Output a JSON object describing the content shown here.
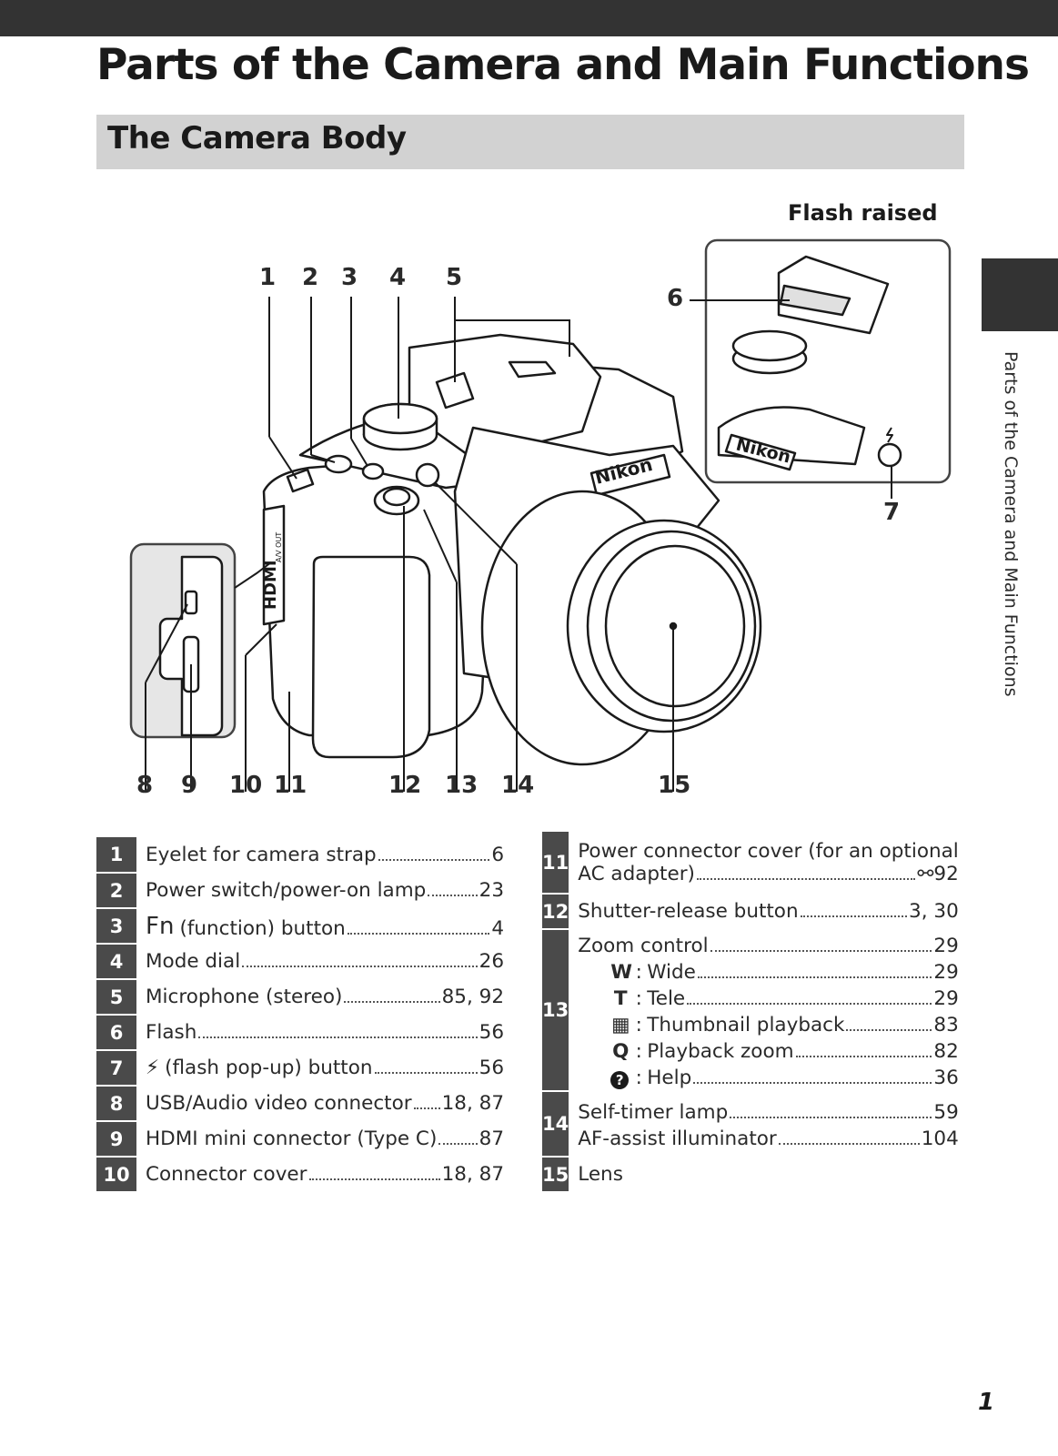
{
  "page": {
    "title": "Parts of the Camera and Main Functions",
    "section": "The Camera Body",
    "side_label": "Parts of the Camera and Main Functions",
    "flash_label": "Flash raised",
    "page_number": "1",
    "brand": "Nikon",
    "port_labels": [
      "HDMI",
      "A/V OUT"
    ]
  },
  "callouts": [
    "1",
    "2",
    "3",
    "4",
    "5",
    "6",
    "7",
    "8",
    "9",
    "10",
    "11",
    "12",
    "13",
    "14",
    "15"
  ],
  "left_parts": [
    {
      "num": "1",
      "label": "Eyelet for camera strap",
      "page": "6"
    },
    {
      "num": "2",
      "label": "Power switch/power-on lamp",
      "page": "23"
    },
    {
      "num": "3",
      "prefix": "Fn",
      "label": "(function) button",
      "page": "4"
    },
    {
      "num": "4",
      "label": "Mode dial",
      "page": "26"
    },
    {
      "num": "5",
      "label": "Microphone (stereo)",
      "page": "85, 92"
    },
    {
      "num": "6",
      "label": "Flash",
      "page": "56"
    },
    {
      "num": "7",
      "prefix": "⚡",
      "label": "(flash pop-up) button",
      "page": "56"
    },
    {
      "num": "8",
      "label": "USB/Audio video connector",
      "page": "18, 87"
    },
    {
      "num": "9",
      "label": "HDMI mini connector (Type C)",
      "page": "87"
    },
    {
      "num": "10",
      "label": "Connector cover",
      "page": "18, 87"
    }
  ],
  "right_parts": {
    "p11": {
      "num": "11",
      "line1": "Power connector cover (for an optional",
      "line2": "AC adapter)",
      "page": "92",
      "ref_icon": "reference-icon"
    },
    "p12": {
      "num": "12",
      "label": "Shutter-release button",
      "page": "3, 30"
    },
    "p13": {
      "num": "13",
      "label": "Zoom control",
      "page": "29",
      "subs": [
        {
          "sym": "W",
          "colon": ":",
          "label": "Wide",
          "page": "29"
        },
        {
          "sym": "T",
          "colon": ":",
          "label": "Tele",
          "page": "29"
        },
        {
          "sym": "▦",
          "colon": ":",
          "label": "Thumbnail playback",
          "page": "83"
        },
        {
          "sym": "Q",
          "colon": ":",
          "label": "Playback zoom",
          "page": "82"
        },
        {
          "sym": "?",
          "colon": ":",
          "label": "Help",
          "page": "36"
        }
      ]
    },
    "p14": {
      "num": "14",
      "line1": "Self-timer lamp",
      "page1": "59",
      "line2": "AF-assist illuminator",
      "page2": "104"
    },
    "p15": {
      "num": "15",
      "label": "Lens"
    }
  },
  "colors": {
    "dark_bar": "#333333",
    "section_bg": "#d2d2d2",
    "num_cell": "#4a4a4a"
  }
}
